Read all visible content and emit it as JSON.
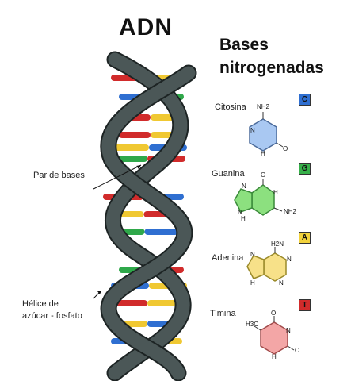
{
  "title": "ADN",
  "bases_title": [
    "Bases",
    "nitrogenadas"
  ],
  "labels": {
    "base_pair": "Par de bases",
    "backbone_line1": "Hélice de",
    "backbone_line2": "azúcar - fosfato"
  },
  "bases": [
    {
      "name": "Citosina",
      "letter": "C",
      "color": "#2f6fd1",
      "ring_color": "#a9c8f2",
      "atoms": {
        "top": "NH2",
        "mid": "N",
        "bottom": "H",
        "side": "O"
      }
    },
    {
      "name": "Guanina",
      "letter": "G",
      "color": "#37b04a",
      "ring_color": "#8ce07f",
      "atoms": {
        "top": "O",
        "n1": "N",
        "n2": "N",
        "n3": "H",
        "n4": "H",
        "side": "NH2"
      }
    },
    {
      "name": "Adenina",
      "letter": "A",
      "color": "#f2d23c",
      "ring_color": "#f7e189",
      "atoms": {
        "top": "H2N",
        "n1": "N",
        "n2": "N",
        "n3": "N",
        "n4": "H"
      }
    },
    {
      "name": "Timina",
      "letter": "T",
      "color": "#d12b2b",
      "ring_color": "#f3a6a6",
      "atoms": {
        "top": "O",
        "mid": "N",
        "bottom": "H",
        "side": "O",
        "methyl": "H3C"
      }
    }
  ],
  "colors": {
    "backbone": "#3e4a4a",
    "backbone_edge": "#1d2424",
    "red": "#d12b2b",
    "yellow": "#f0c832",
    "blue": "#2f6fd1",
    "green": "#2fa84a"
  }
}
